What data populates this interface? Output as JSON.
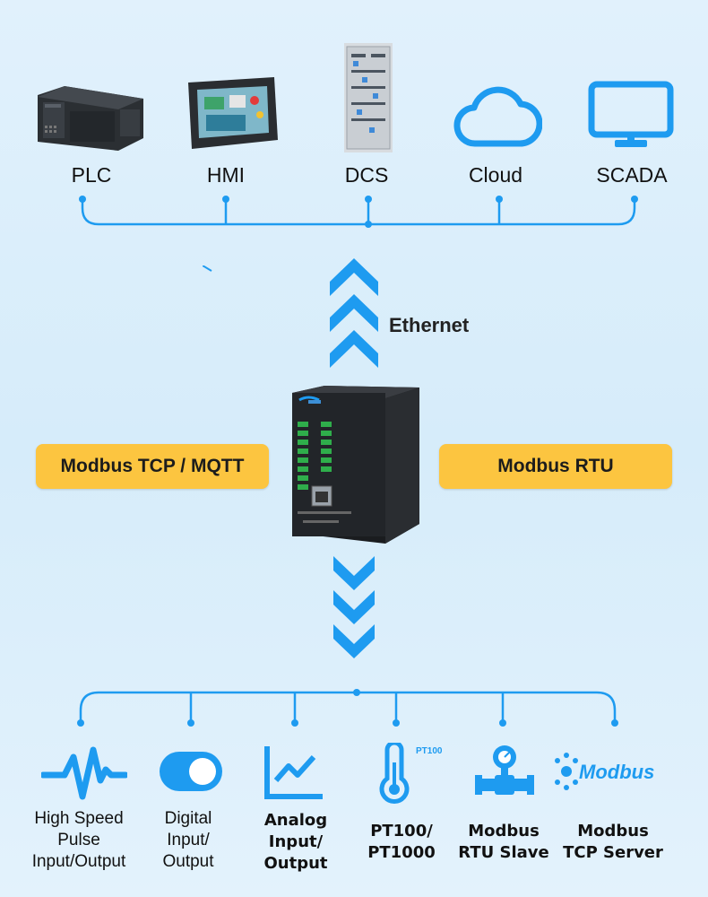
{
  "top_devices": [
    {
      "label": "PLC",
      "icon": "plc-icon"
    },
    {
      "label": "HMI",
      "icon": "hmi-icon"
    },
    {
      "label": "DCS",
      "icon": "dcs-cabinet-icon"
    },
    {
      "label": "Cloud",
      "icon": "cloud-icon"
    },
    {
      "label": "SCADA",
      "icon": "monitor-icon"
    }
  ],
  "link_label": "Ethernet",
  "left_protocol": "Modbus TCP / MQTT",
  "right_protocol": "Modbus RTU",
  "bottom_functions": [
    {
      "line1": "High Speed",
      "line2": "Pulse",
      "line3": "Input/Output",
      "icon": "pulse-icon"
    },
    {
      "line1": "Digital",
      "line2": "Input/",
      "line3": "Output",
      "icon": "toggle-icon"
    },
    {
      "line1": "Analog",
      "line2": "Input/",
      "line3": "Output",
      "icon": "analog-chart-icon"
    },
    {
      "line1": "PT100/",
      "line2": "PT1000",
      "icon": "thermometer-icon",
      "badge": "PT100"
    },
    {
      "line1": "Modbus",
      "line2": "RTU Slave",
      "icon": "valve-gauge-icon"
    },
    {
      "line1": "Modbus",
      "line2": "TCP Server",
      "icon": "modbus-logo-icon",
      "logo_text": "Modbus"
    }
  ],
  "colors": {
    "accent": "#1e9bf0",
    "tag": "#fcc540",
    "background": "#dbeefa"
  }
}
